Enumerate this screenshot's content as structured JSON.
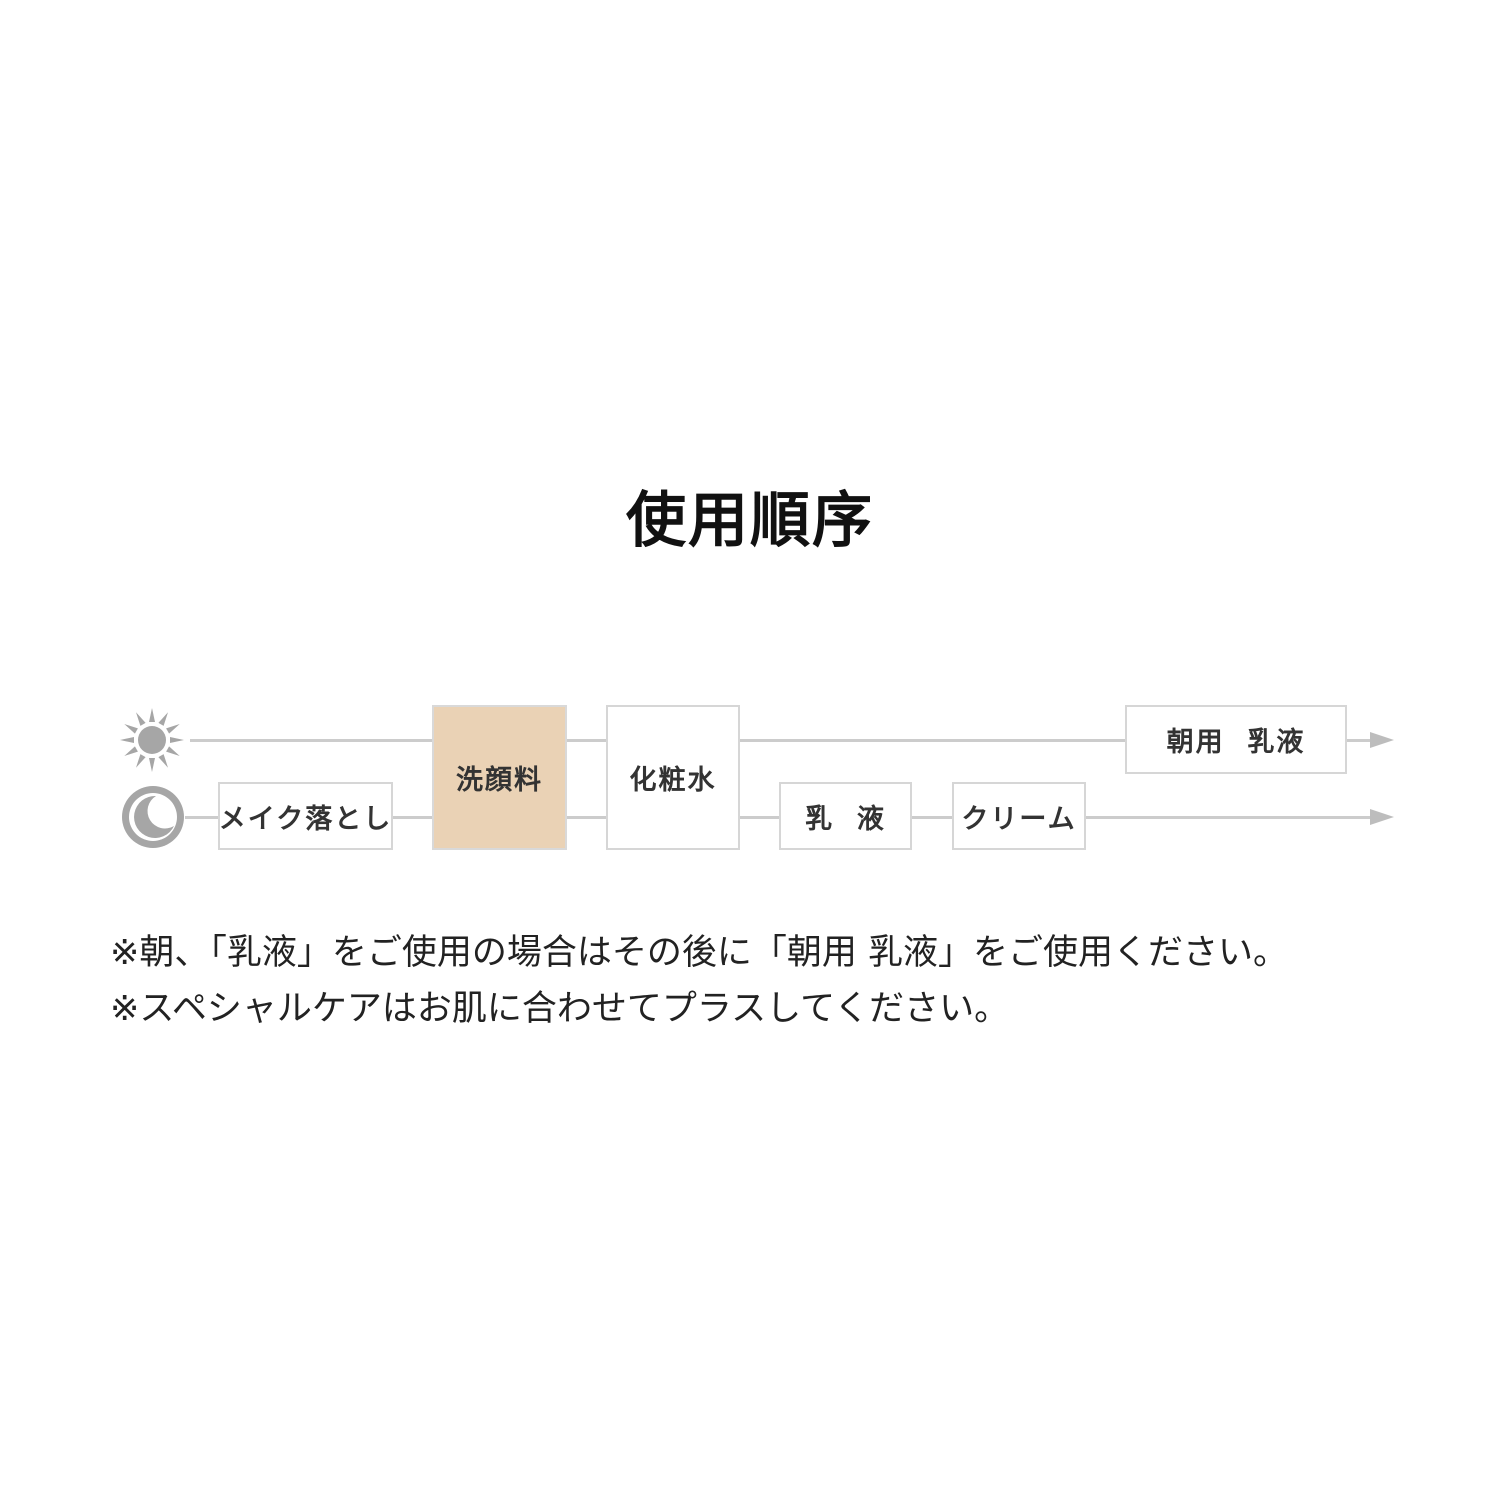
{
  "title": "使用順序",
  "flow": {
    "morning_icon": "sun-icon",
    "night_icon": "moon-icon",
    "icon_color": "#a6a6a6",
    "accent_color": "#ead2b5",
    "steps": {
      "makeup_remover": "メイク落とし",
      "cleanser": "洗顔料",
      "lotion": "化粧水",
      "morning_emulsion": "朝用  乳液",
      "emulsion": "乳  液",
      "cream": "クリーム"
    }
  },
  "notes": [
    "※朝、「乳液」をご使用の場合はその後に「朝用 乳液」をご使用ください。",
    "※スペシャルケアはお肌に合わせてプラスしてください。"
  ]
}
